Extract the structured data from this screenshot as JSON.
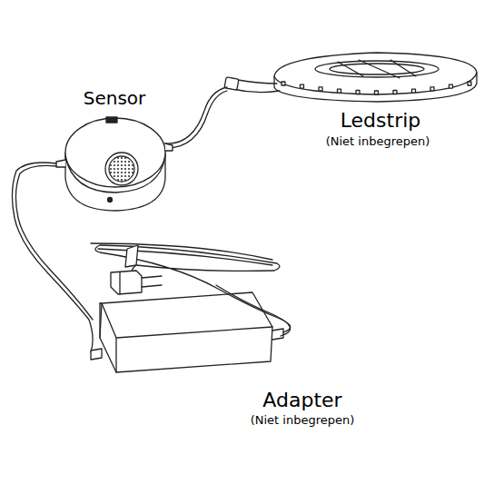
{
  "diagram": {
    "labels": [
      "Sensor",
      "Ledstrip",
      "(Niet inbegrepen)",
      "Adapter",
      "(Niet inbegrepen)"
    ]
  }
}
